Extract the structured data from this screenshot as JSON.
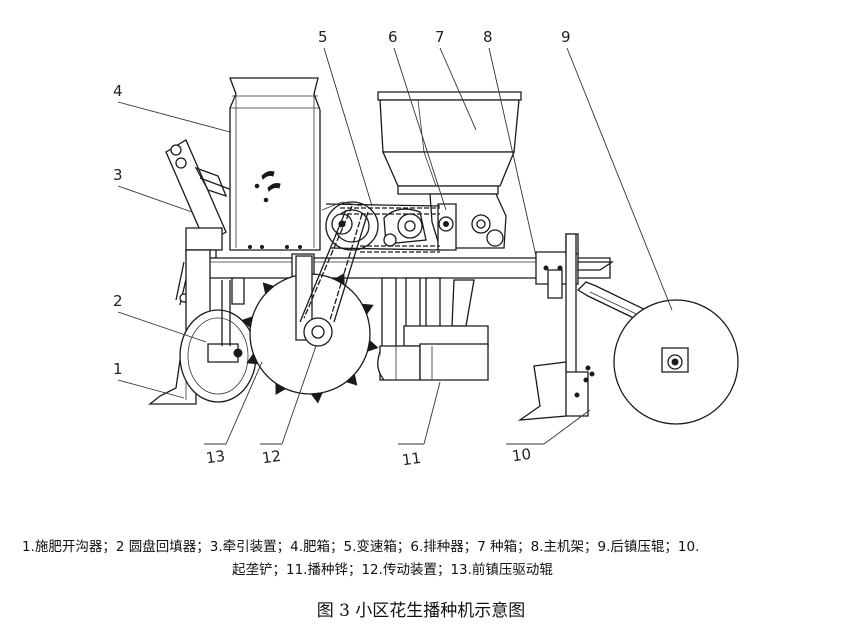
{
  "figure": {
    "callouts": [
      "1",
      "2",
      "3",
      "4",
      "5",
      "6",
      "7",
      "8",
      "9",
      "10",
      "11",
      "12",
      "13"
    ],
    "legend_line1": "1.施肥开沟器；2 圆盘回填器；3.牵引装置；4.肥箱；5.变速箱；6.排种器；7 种箱；8.主机架；9.后镇压辊；10.",
    "legend_line2": "起垄铲；11.播种铧；12.传动装置；13.前镇压驱动辊",
    "caption": "图 3  小区花生播种机示意图"
  }
}
